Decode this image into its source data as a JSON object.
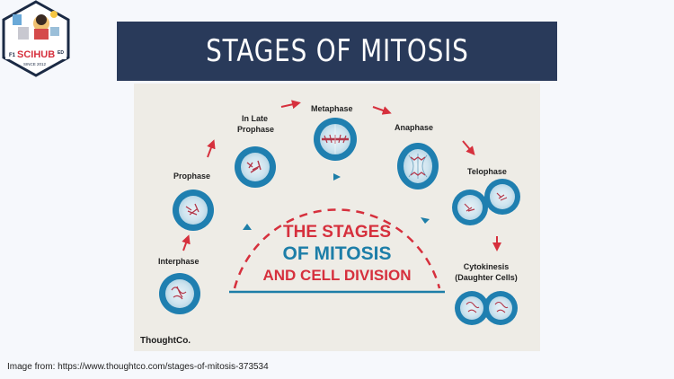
{
  "logo": {
    "text_main": "SCIHUB",
    "text_prefix": "F1",
    "text_suffix": "ED",
    "text_since": "SINCE 2012"
  },
  "title": "STAGES OF MITOSIS",
  "figure": {
    "headline_line1": "THE STAGES",
    "headline_line2": "OF MITOSIS",
    "headline_line3": "AND CELL DIVISION",
    "stages": {
      "interphase": "Interphase",
      "prophase": "Prophase",
      "late_prophase_1": "In Late",
      "late_prophase_2": "Prophase",
      "metaphase": "Metaphase",
      "anaphase": "Anaphase",
      "telophase": "Telophase",
      "cytokinesis_1": "Cytokinesis",
      "cytokinesis_2": "(Daughter Cells)"
    },
    "brand": "ThoughtCo."
  },
  "caption": "Image from: https://www.thoughtco.com/stages-of-mitosis-373534",
  "colors": {
    "title_bg": "#293a5a",
    "cell_blue": "#1f7fb0",
    "cell_light": "#cde3ee",
    "red": "#d6303d",
    "teal": "#1d7ea8",
    "figure_bg": "#eeece6"
  }
}
